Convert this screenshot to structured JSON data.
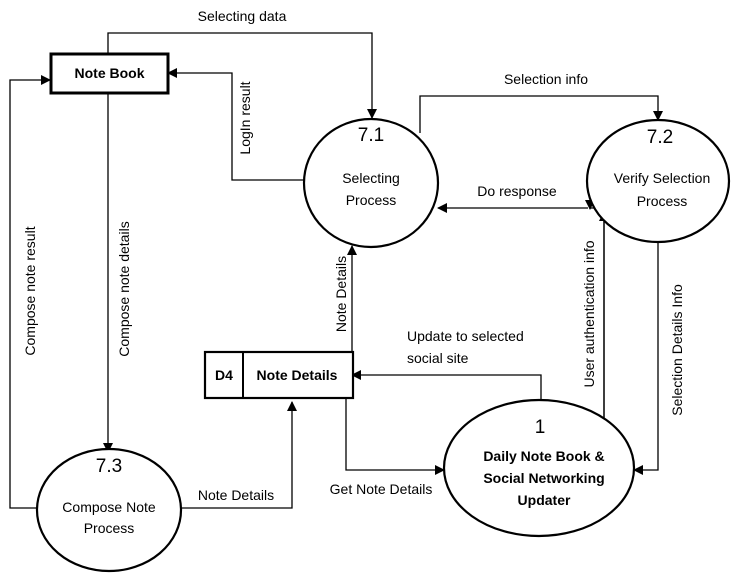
{
  "entities": {
    "note_book": "Note Book"
  },
  "datastore": {
    "id": "D4",
    "name": "Note Details"
  },
  "processes": {
    "p71": {
      "number": "7.1",
      "line1": "Selecting",
      "line2": "Process"
    },
    "p72": {
      "number": "7.2",
      "line1": "Verify Selection",
      "line2": "Process"
    },
    "p73": {
      "number": "7.3",
      "line1": "Compose Note",
      "line2": "Process"
    },
    "p1": {
      "number": "1",
      "line1": "Daily Note Book &",
      "line2": "Social Networking",
      "line3": "Updater"
    }
  },
  "flows": {
    "selecting_data": "Selecting data",
    "login_result": "LogIn result",
    "selection_info": "Selection info",
    "do_response": "Do response",
    "compose_note_result": "Compose note result",
    "compose_note_details": "Compose note details",
    "note_details_up": "Note Details",
    "update_selected_1": "Update to selected",
    "update_selected_2": "social site",
    "user_auth_info": "User authentication info",
    "selection_details_info": "Selection Details Info",
    "get_note_details": "Get Note Details",
    "note_details_right": "Note Details"
  }
}
